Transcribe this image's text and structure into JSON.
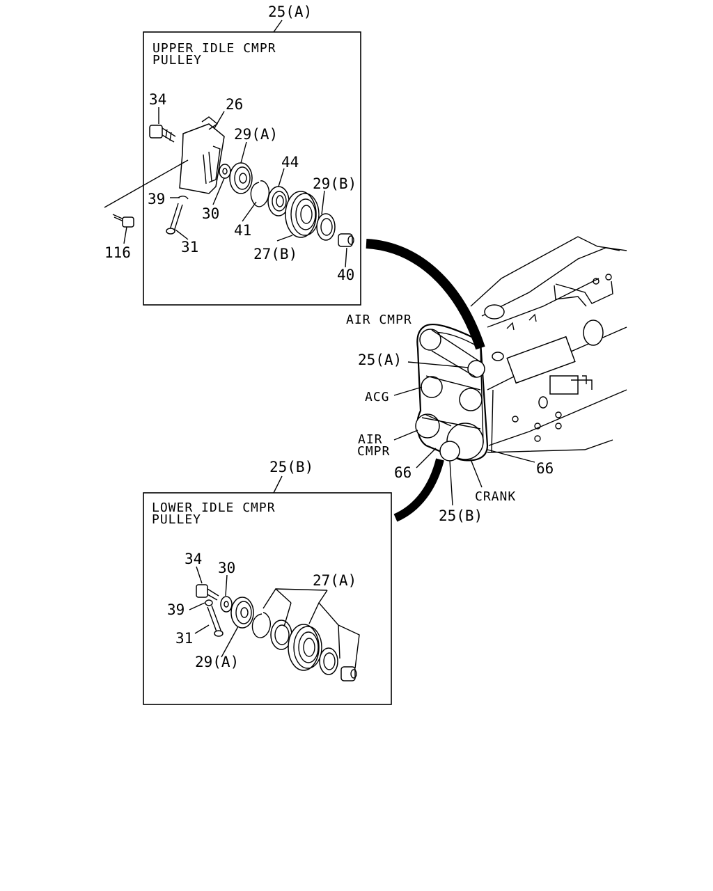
{
  "diagram": {
    "upper_inset": {
      "callout": "25(A)",
      "title_line1": "UPPER IDLE CMPR",
      "title_line2": "PULLEY",
      "parts": [
        "34",
        "26",
        "29(A)",
        "44",
        "29(B)",
        "39",
        "30",
        "41",
        "116",
        "31",
        "27(B)",
        "40"
      ]
    },
    "lower_inset": {
      "callout": "25(B)",
      "title_line1": "LOWER IDLE CMPR",
      "title_line2": "PULLEY",
      "parts": [
        "34",
        "30",
        "27(A)",
        "39",
        "31",
        "29(A)"
      ]
    },
    "engine": {
      "labels": [
        "AIR CMPR",
        "25(A)",
        "ACG",
        "AIR",
        "CMPR",
        "66",
        "66",
        "CRANK",
        "25(B)"
      ]
    }
  }
}
